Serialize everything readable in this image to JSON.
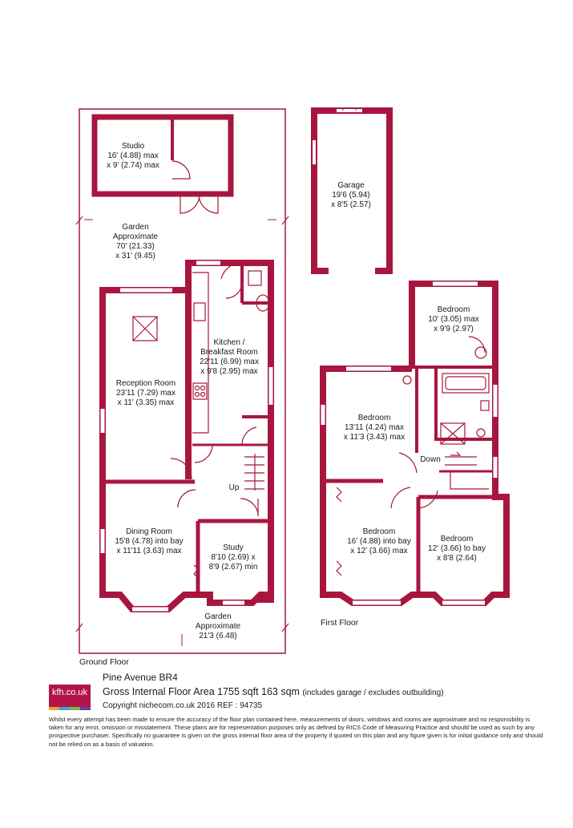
{
  "colors": {
    "wall": "#a8163f",
    "line": "#a8163f",
    "text": "#1a1a1a",
    "brand": "#b3154a"
  },
  "rooms": {
    "studio": {
      "name": "Studio",
      "line1": "16' (4.88) max",
      "line2": "x 9' (2.74) max"
    },
    "garden_rear": {
      "name": "Garden",
      "line1": "Approximate",
      "line2": "70' (21.33)",
      "line3": "x 31' (9.45)"
    },
    "garage": {
      "name": "Garage",
      "line1": "19'6 (5.94)",
      "line2": "x 8'5 (2.57)"
    },
    "kitchen": {
      "name": "Kitchen /",
      "line1": "Breakfast Room",
      "line2": "22'11 (6.99) max",
      "line3": "x 9'8 (2.95) max"
    },
    "reception": {
      "name": "Reception Room",
      "line1": "23'11 (7.29) max",
      "line2": "x 11' (3.35) max"
    },
    "dining": {
      "name": "Dining Room",
      "line1": "15'8 (4.78) into bay",
      "line2": "x 11'11 (3.63) max"
    },
    "study": {
      "name": "Study",
      "line1": "8'10 (2.69) x",
      "line2": "8'9 (2.67) min"
    },
    "garden_front": {
      "name": "Garden",
      "line1": "Approximate",
      "line2": "21'3 (6.48)"
    },
    "bed_top": {
      "name": "Bedroom",
      "line1": "10' (3.05) max",
      "line2": "x 9'9 (2.97)"
    },
    "bed_mid": {
      "name": "Bedroom",
      "line1": "13'11 (4.24) max",
      "line2": "x 11'3 (3.43) max"
    },
    "bed_front": {
      "name": "Bedroom",
      "line1": "16' (4.88) into bay",
      "line2": "x 12' (3.66) max"
    },
    "bed_small": {
      "name": "Bedroom",
      "line1": "12' (3.66) to bay",
      "line2": "x 8'8 (2.64)"
    }
  },
  "stairs": {
    "up": "Up",
    "down": "Down"
  },
  "floors": {
    "ground": "Ground Floor",
    "first": "First Floor"
  },
  "footer": {
    "logo": "kfh.co.uk",
    "address": "Pine Avenue  BR4",
    "gia": "Gross Internal Floor Area 1755 sqft 163 sqm",
    "gia_note": "(includes garage / excludes outbuilding)",
    "copyright": "Copyright nichecom.co.uk 2016 REF : 94735",
    "disclaimer": "Whilst every attempt has been made to ensure the accuracy of the floor plan contained here, measurements of doors, windows and rooms are approximate and no responsibility is taken for any error, omission or misstatement.  These plans are for representation purposes only as defined by RICS Code of Measuring Practice and should be used as such by any prospective purchaser.  Specifically no guarantee is given on the gross internal floor area of the property if quoted on this plan and any figure given is for initial guidance only and should not be relied on as a basis of valuation."
  }
}
